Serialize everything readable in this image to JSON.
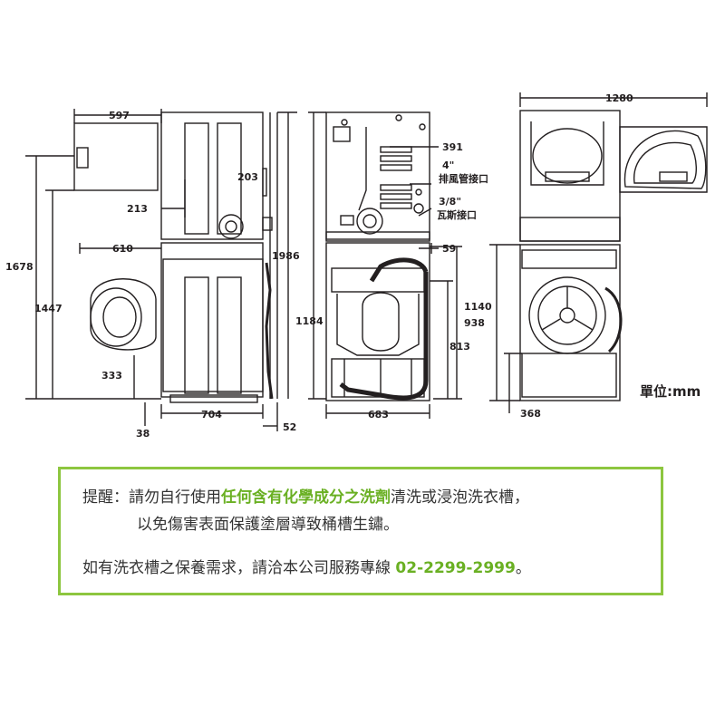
{
  "dimensions": {
    "d597": "597",
    "d203": "203",
    "d213": "213",
    "d610": "610",
    "d1678": "1678",
    "d1986": "1986",
    "d1447": "1447",
    "d1184": "1184",
    "d333": "333",
    "d704": "704",
    "d52": "52",
    "d38": "38",
    "d683": "683",
    "d391": "391",
    "d59": "59",
    "d1140": "1140",
    "d938": "938",
    "d813": "813",
    "d1280": "1280",
    "d368": "368"
  },
  "labels": {
    "vent_size": "4\"",
    "vent_label": "排風管接口",
    "gas_size": "3/8\"",
    "gas_label": "瓦斯接口"
  },
  "unit_label": "單位:mm",
  "notice": {
    "prefix": "提醒：",
    "line1_before": "請勿自行使用",
    "line1_highlight": "任何含有化學成分之洗劑",
    "line1_after": "清洗或浸泡洗衣槽，",
    "line2": "以免傷害表面保護塗層導致桶槽生鏽。",
    "line3_text": "如有洗衣槽之保養需求，請洽本公司服務專線 ",
    "phone": "02-2299-2999",
    "line3_end": "。"
  },
  "colors": {
    "accent_green": "#8dc63f",
    "highlight_green": "#6ab023",
    "line": "#231f20"
  }
}
